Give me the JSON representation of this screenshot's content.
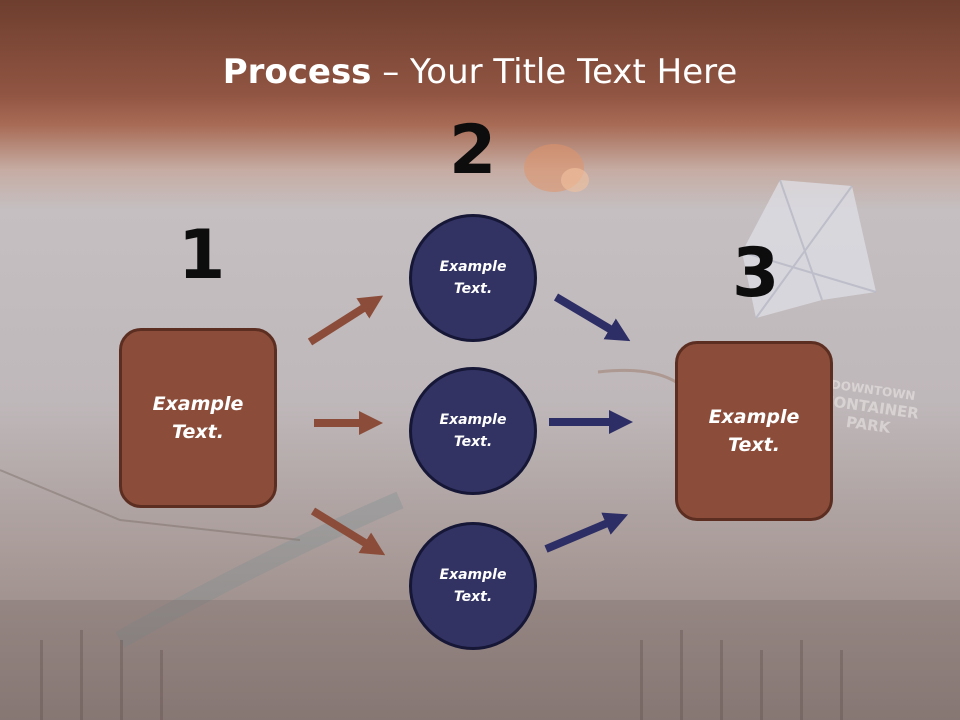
{
  "title": {
    "bold": "Process",
    "rest": " – Your Title Text Here"
  },
  "steps": {
    "step1": {
      "number": "1",
      "text": "Example Text."
    },
    "step2": {
      "number": "2"
    },
    "step3": {
      "number": "3",
      "text": "Example Text."
    }
  },
  "circles": [
    {
      "text": "Example Text."
    },
    {
      "text": "Example Text."
    },
    {
      "text": "Example Text."
    }
  ],
  "background_sign": "DOWNTOWN CONTAINER PARK",
  "colors": {
    "header": "#915543",
    "box_fill": "#8b4d3a",
    "circle_fill": "#323363",
    "arrow_brown": "#8b4d3a",
    "arrow_navy": "#2e2e66"
  }
}
